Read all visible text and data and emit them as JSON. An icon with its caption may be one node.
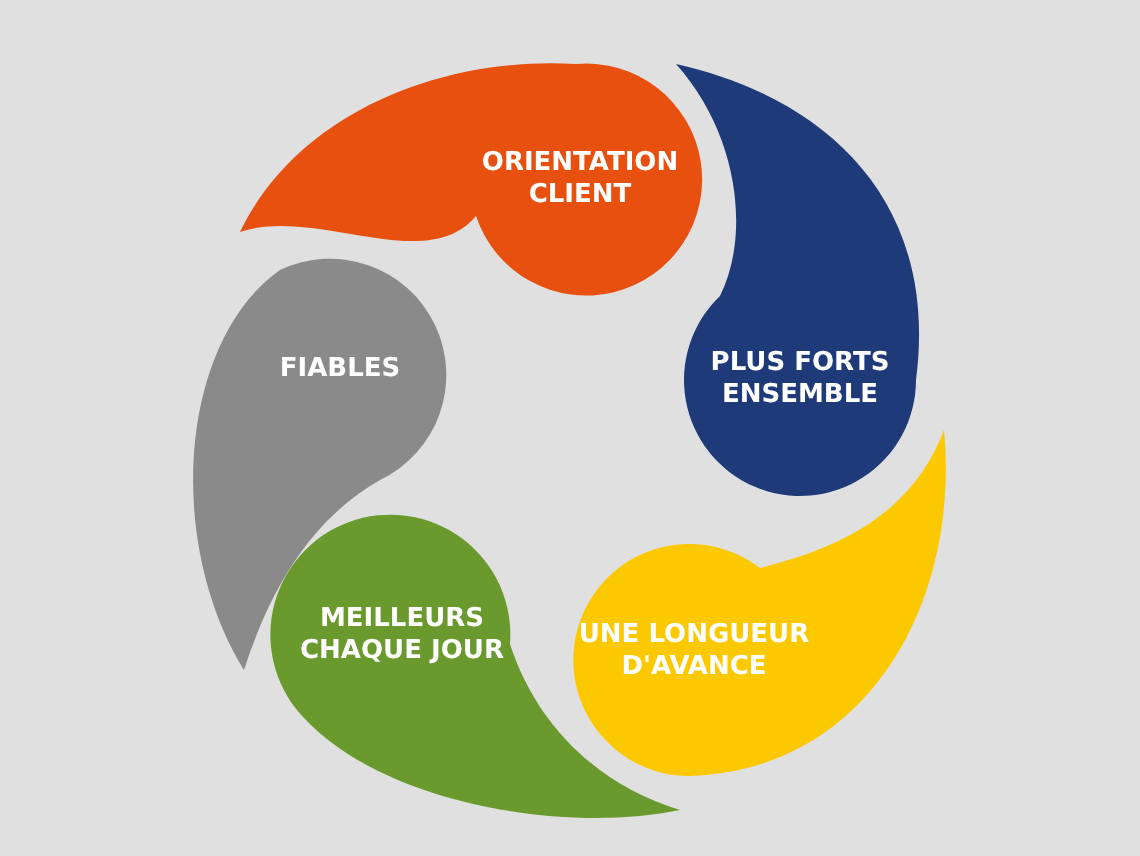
{
  "diagram": {
    "nodes": [
      {
        "text": [
          "ORIENTATION CLIENT"
        ]
      },
      {
        "text": [
          "PLUS FORTS ENSEMBLE"
        ]
      },
      {
        "text": [
          "FIABLES"
        ]
      },
      {
        "text": [
          "MEILLEURS CHAQUE JOUR"
        ]
      },
      {
        "text": [
          "UNE LONGUEUR D'AVANCE"
        ]
      }
    ]
  }
}
